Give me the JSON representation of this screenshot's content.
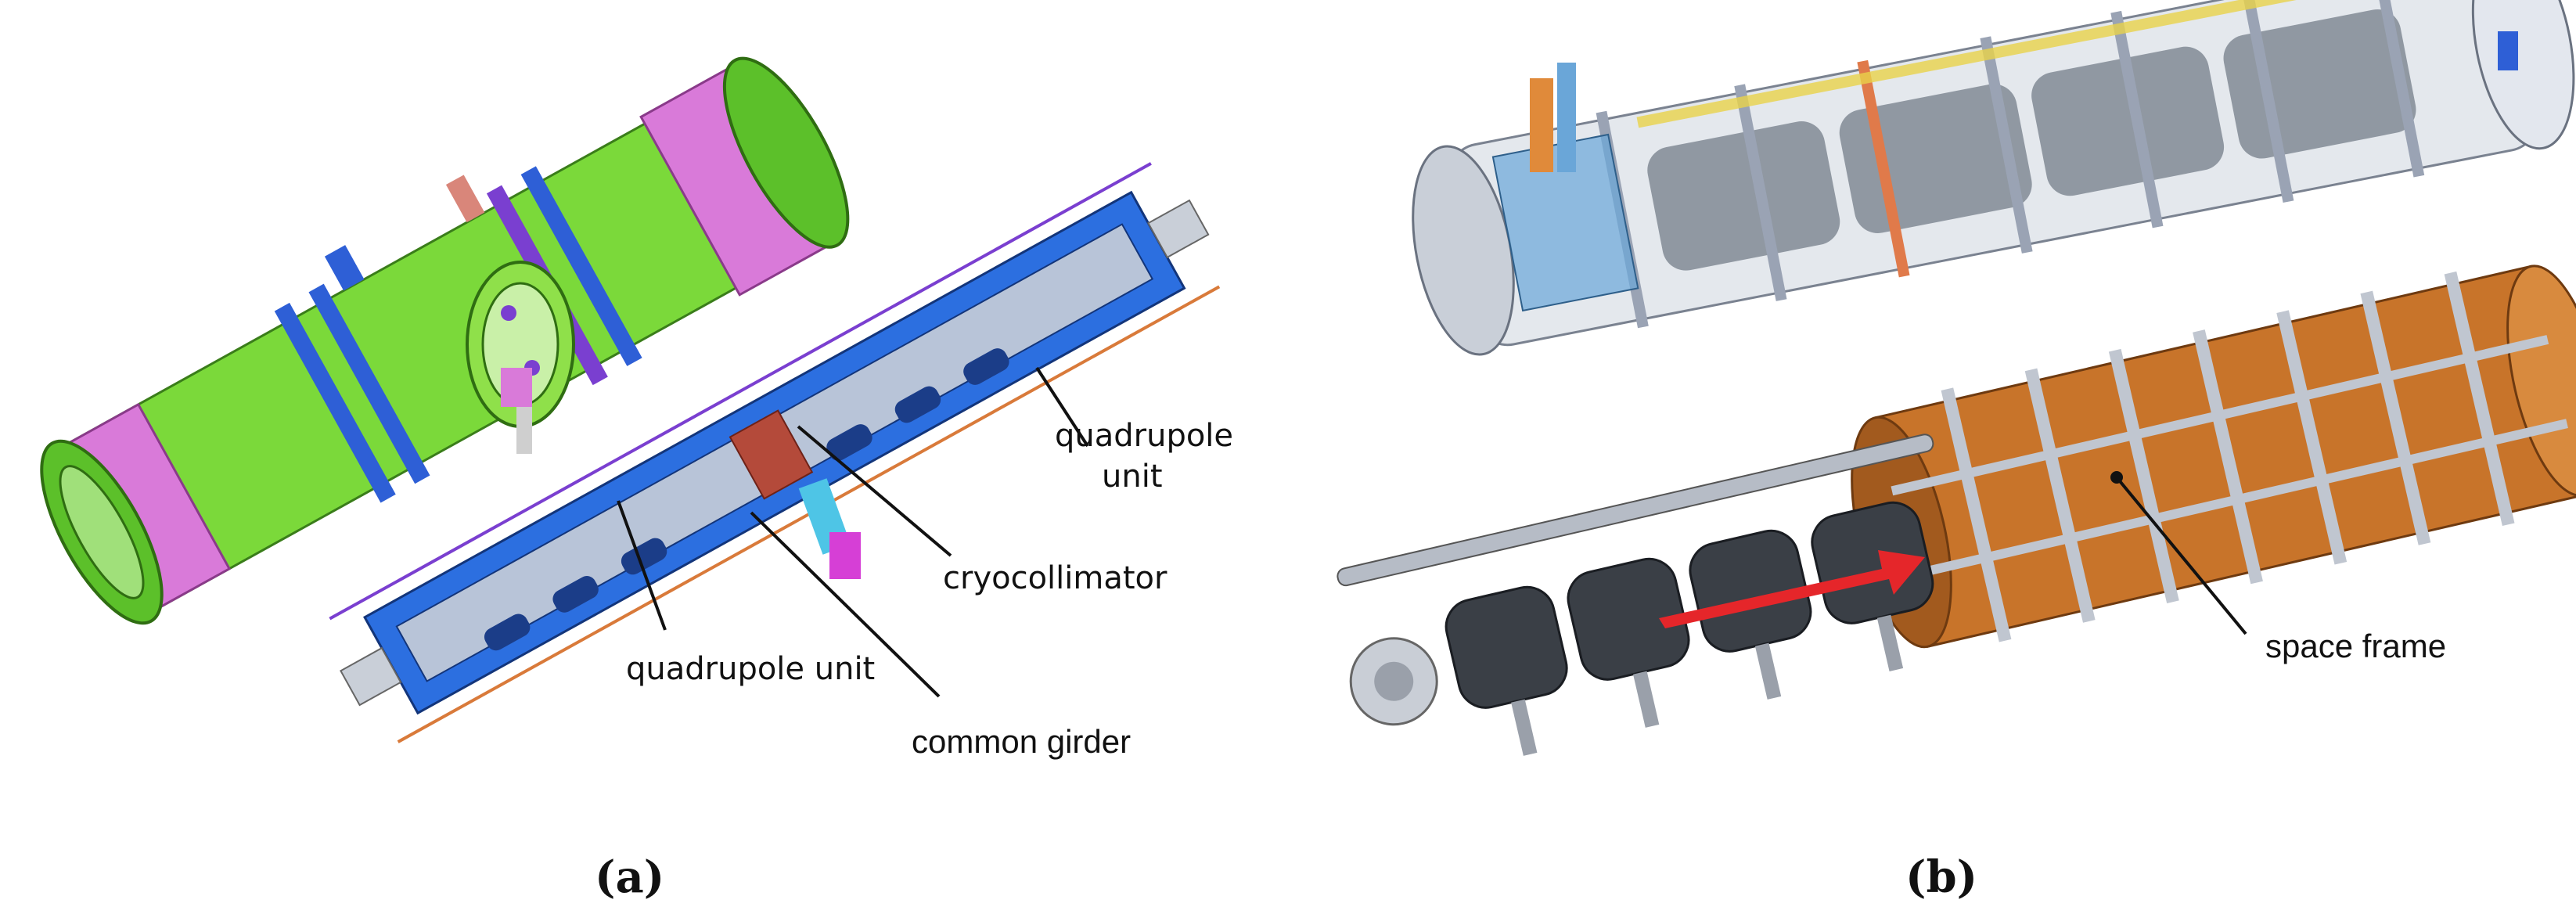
{
  "panels": [
    {
      "caption": "(a)",
      "labels": {
        "quadrupole_unit_top_line1": "quadrupole",
        "quadrupole_unit_top_line2": "unit",
        "cryocollimator": "cryocollimator",
        "quadrupole_unit_bottom": "quadrupole unit",
        "common_girder": "common girder"
      }
    },
    {
      "caption": "(b)",
      "labels": {
        "space_frame": "space frame"
      }
    }
  ],
  "colors": {
    "vessel_green": "#7bd93a",
    "vessel_magenta": "#d97ad9",
    "frame_blue": "#2e5fd6",
    "frame_purple": "#7a3fd0",
    "girder_blue": "#2c6fe0",
    "cryostat_grey": "#c9cfd8",
    "magnet_dark": "#3a3f46",
    "space_frame_orange": "#c8742a",
    "arrow_red": "#e5262a"
  }
}
